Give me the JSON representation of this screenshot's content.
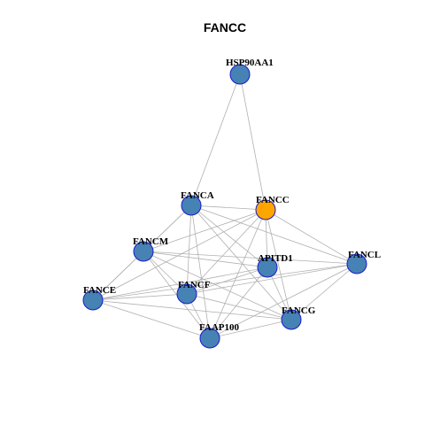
{
  "title": "FANCC",
  "colors": {
    "background": "#ffffff",
    "edge": "#b0b0b0",
    "node_fill": "#4682b4",
    "node_highlight": "#ffa500",
    "node_border": "#1a1acc"
  },
  "nodes": [
    {
      "id": "HSP90AA1",
      "label": "HSP90AA1",
      "highlight": false
    },
    {
      "id": "FANCA",
      "label": "FANCA",
      "highlight": false
    },
    {
      "id": "FANCC",
      "label": "FANCC",
      "highlight": true
    },
    {
      "id": "FANCM",
      "label": "FANCM",
      "highlight": false
    },
    {
      "id": "APITD1",
      "label": "APITD1",
      "highlight": false
    },
    {
      "id": "FANCL",
      "label": "FANCL",
      "highlight": false
    },
    {
      "id": "FANCE",
      "label": "FANCE",
      "highlight": false
    },
    {
      "id": "FANCF",
      "label": "FANCF",
      "highlight": false
    },
    {
      "id": "FANCG",
      "label": "FANCG",
      "highlight": false
    },
    {
      "id": "FAAP100",
      "label": "FAAP100",
      "highlight": false
    }
  ],
  "edges": [
    [
      "HSP90AA1",
      "FANCA"
    ],
    [
      "HSP90AA1",
      "FANCC"
    ],
    [
      "FANCA",
      "FANCC"
    ],
    [
      "FANCA",
      "FANCM"
    ],
    [
      "FANCA",
      "APITD1"
    ],
    [
      "FANCA",
      "FANCL"
    ],
    [
      "FANCA",
      "FANCE"
    ],
    [
      "FANCA",
      "FANCF"
    ],
    [
      "FANCA",
      "FANCG"
    ],
    [
      "FANCA",
      "FAAP100"
    ],
    [
      "FANCC",
      "FANCM"
    ],
    [
      "FANCC",
      "APITD1"
    ],
    [
      "FANCC",
      "FANCL"
    ],
    [
      "FANCC",
      "FANCE"
    ],
    [
      "FANCC",
      "FANCF"
    ],
    [
      "FANCC",
      "FANCG"
    ],
    [
      "FANCC",
      "FAAP100"
    ],
    [
      "FANCM",
      "APITD1"
    ],
    [
      "FANCM",
      "FANCL"
    ],
    [
      "FANCM",
      "FANCE"
    ],
    [
      "FANCM",
      "FANCF"
    ],
    [
      "FANCM",
      "FANCG"
    ],
    [
      "FANCM",
      "FAAP100"
    ],
    [
      "APITD1",
      "FANCE"
    ],
    [
      "APITD1",
      "FANCF"
    ],
    [
      "APITD1",
      "FANCG"
    ],
    [
      "APITD1",
      "FAAP100"
    ],
    [
      "FANCL",
      "FANCE"
    ],
    [
      "FANCL",
      "FANCF"
    ],
    [
      "FANCL",
      "FANCG"
    ],
    [
      "FANCL",
      "FAAP100"
    ],
    [
      "FANCE",
      "FANCF"
    ],
    [
      "FANCE",
      "FANCG"
    ],
    [
      "FANCE",
      "FAAP100"
    ],
    [
      "FANCF",
      "FANCG"
    ],
    [
      "FANCF",
      "FAAP100"
    ],
    [
      "FANCG",
      "FAAP100"
    ]
  ]
}
